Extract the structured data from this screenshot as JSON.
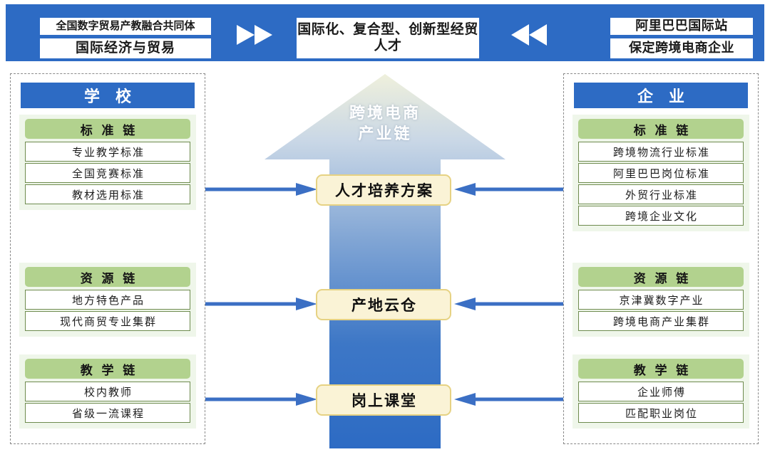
{
  "header": {
    "left_box_top": "全国数字贸易产教融合共同体",
    "left_box_bottom": "国际经济与贸易",
    "center_box": "国际化、复合型、创新型经贸人才",
    "right_box_top": "阿里巴巴国际站",
    "right_box_bottom": "保定跨境电商企业",
    "icon_right": "fast-forward-right-icon",
    "icon_left": "fast-forward-left-icon",
    "band_color": "#2D6BC4"
  },
  "center": {
    "arrow_label_line1": "跨境电商",
    "arrow_label_line2": "产业链",
    "arrow_color_top": "#EDEFD8",
    "arrow_color_bottom": "#2D6BC4",
    "nodes": [
      {
        "label": "人才培养方案"
      },
      {
        "label": "产地云仓"
      },
      {
        "label": "岗上课堂"
      }
    ],
    "node_fill": "#FAF3D6",
    "node_border": "#E6D283"
  },
  "left_panel": {
    "title": "学 校",
    "title_color": "#2D6BC4",
    "chains": [
      {
        "head": "标 准 链",
        "items": [
          "专业教学标准",
          "全国竞赛标准",
          "教材选用标准"
        ]
      },
      {
        "head": "资 源 链",
        "items": [
          "地方特色产品",
          "现代商贸专业集群"
        ]
      },
      {
        "head": "教 学 链",
        "items": [
          "校内教师",
          "省级一流课程"
        ]
      }
    ]
  },
  "right_panel": {
    "title": "企 业",
    "title_color": "#2D6BC4",
    "chains": [
      {
        "head": "标 准 链",
        "items": [
          "跨境物流行业标准",
          "阿里巴巴岗位标准",
          "外贸行业标准",
          "跨境企业文化"
        ]
      },
      {
        "head": "资 源 链",
        "items": [
          "京津冀数字产业",
          "跨境电商产业集群"
        ]
      },
      {
        "head": "教 学 链",
        "items": [
          "企业师傅",
          "匹配职业岗位"
        ]
      }
    ]
  },
  "connectors": {
    "color": "#3B6FC4",
    "left": [
      "dot-to-arrow-right",
      "dot-to-arrow-right",
      "dot-to-arrow-right"
    ],
    "right": [
      "dot-to-arrow-left",
      "dot-to-arrow-left",
      "dot-to-arrow-left"
    ]
  },
  "theme": {
    "blue": "#2D6BC4",
    "green_head": "#B2D28E",
    "green_panel": "#EFF6EA",
    "green_border": "#6E8B4E",
    "cream": "#FAF3D6",
    "gold": "#E6D283",
    "dashed_border": "#8A8A8A"
  }
}
